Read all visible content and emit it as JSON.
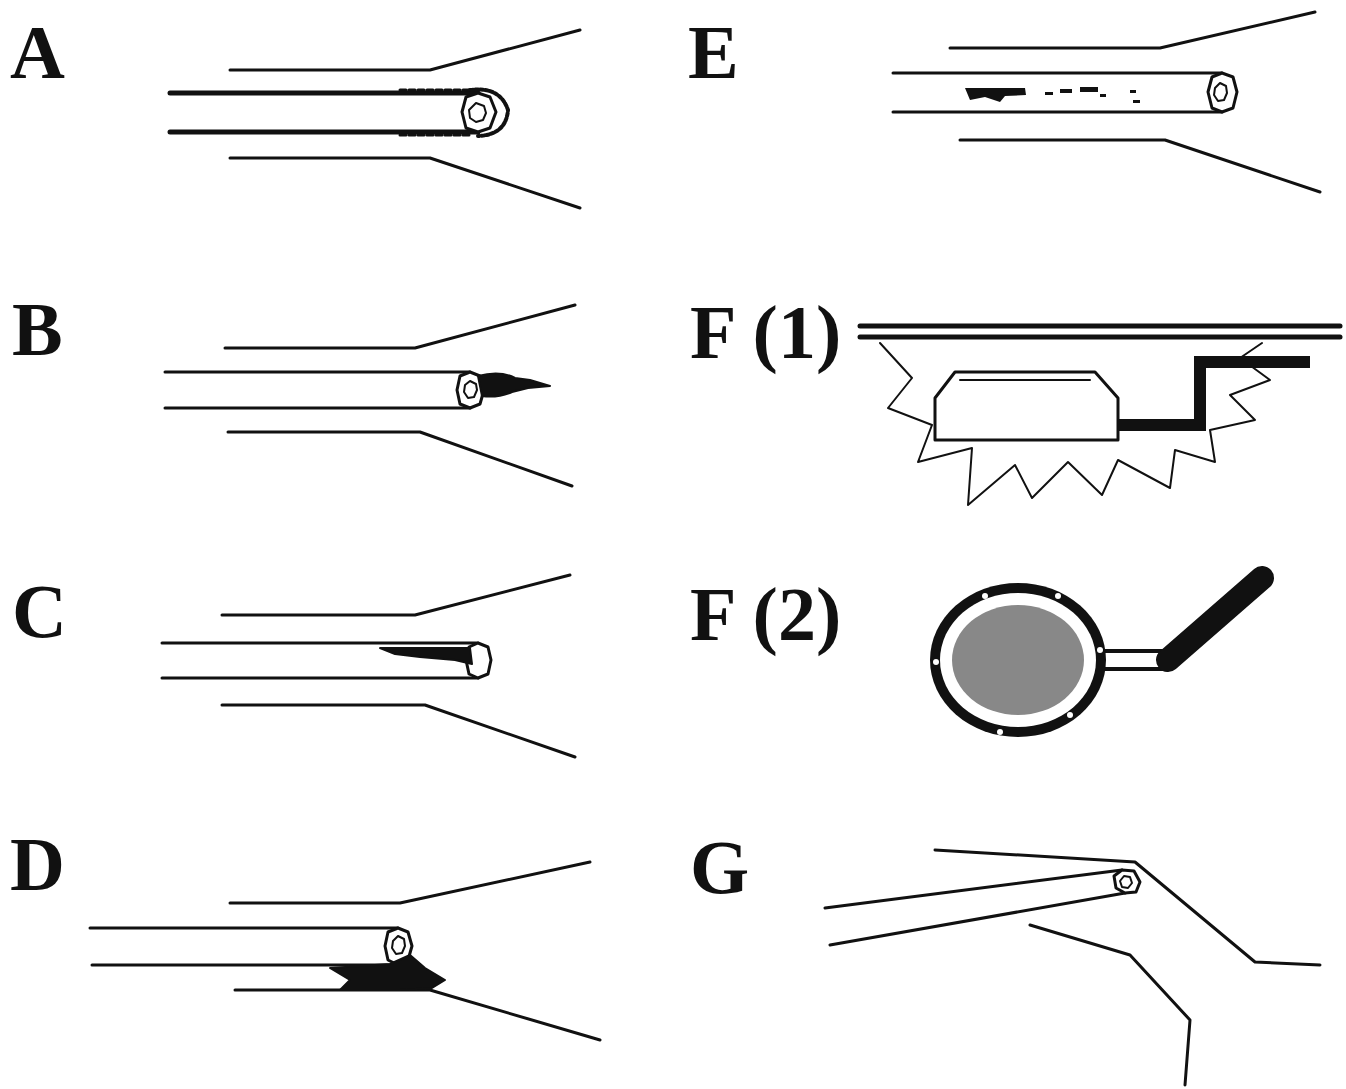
{
  "diagram": {
    "labels": [
      "A",
      "B",
      "C",
      "D",
      "E",
      "F (1)",
      "F (2)",
      "G"
    ]
  }
}
